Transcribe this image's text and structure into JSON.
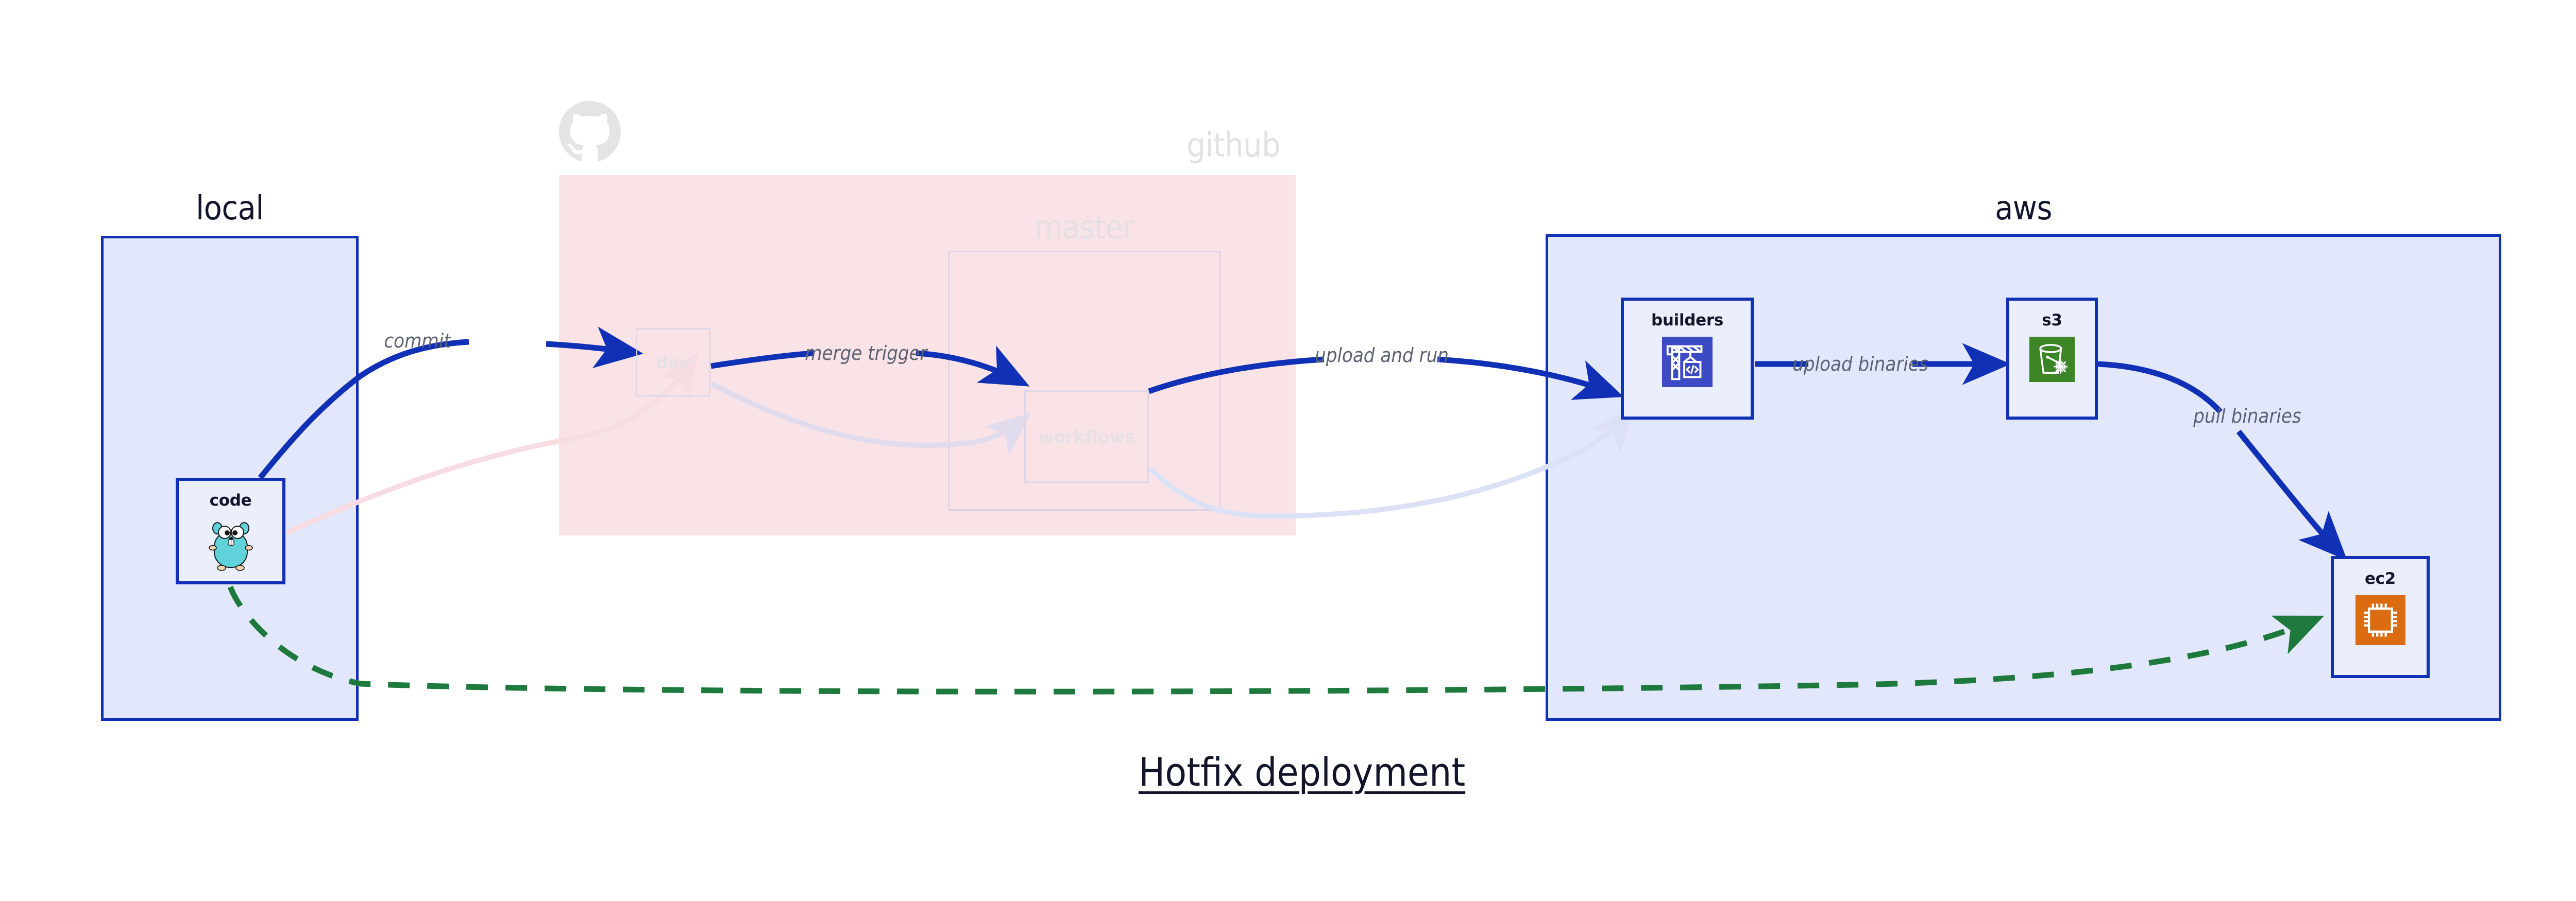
{
  "title": "Hotfix deployment",
  "groups": [
    {
      "id": "local",
      "label": "local"
    },
    {
      "id": "github",
      "label": "github"
    },
    {
      "id": "aws",
      "label": "aws"
    },
    {
      "id": "master",
      "label": "master"
    }
  ],
  "nodes": [
    {
      "id": "code",
      "label": "code",
      "icon": "go-gopher-icon"
    },
    {
      "id": "dev",
      "label": "dev",
      "icon": "none"
    },
    {
      "id": "workflows",
      "label": "workflows",
      "icon": "none"
    },
    {
      "id": "builders",
      "label": "builders",
      "icon": "aws-codebuild-crane-icon"
    },
    {
      "id": "s3",
      "label": "s3",
      "icon": "aws-s3-glacier-bucket-icon"
    },
    {
      "id": "ec2",
      "label": "ec2",
      "icon": "aws-ec2-cpu-chip-icon"
    }
  ],
  "edges": [
    {
      "id": "commit",
      "label": "commit",
      "from": "code",
      "to": "dev",
      "style": "solid",
      "color": "#1031b5"
    },
    {
      "id": "merge-trigger",
      "label": "merge trigger",
      "from": "dev",
      "to": "workflows",
      "style": "solid",
      "color": "#1031b5"
    },
    {
      "id": "upload-and-run",
      "label": "upload and run",
      "from": "workflows",
      "to": "builders",
      "style": "solid",
      "color": "#1031b5"
    },
    {
      "id": "upload-binaries",
      "label": "upload binaries",
      "from": "builders",
      "to": "s3",
      "style": "solid",
      "color": "#1031b5"
    },
    {
      "id": "pull-binaries",
      "label": "pull binaries",
      "from": "s3",
      "to": "ec2",
      "style": "solid",
      "color": "#1031b5"
    },
    {
      "id": "hotfix-direct",
      "label": "",
      "from": "code",
      "to": "ec2",
      "style": "dashed",
      "color": "#1d7a3c"
    }
  ],
  "faded_edges": [
    {
      "id": "faded-code-to-dev",
      "from": "code",
      "to": "dev",
      "color": "#f7dce2"
    },
    {
      "id": "faded-dev-to-workflows",
      "from": "dev",
      "to": "workflows",
      "color": "#e1dced"
    },
    {
      "id": "faded-workflows-to-builders",
      "from": "workflows",
      "to": "builders",
      "color": "#dce2f6"
    }
  ],
  "icons": {
    "octocat": "github-octocat-icon"
  },
  "colors": {
    "primary_blue": "#1031b5",
    "group_fill_blue": "#e2e7fb",
    "node_fill_blue": "#ebeefc",
    "github_pink": "#f9e3e7",
    "green_dashed": "#1d7a3c",
    "label_grey": "#5c6272",
    "title_navy": "#11142b",
    "builders_icon_bg": "#3c4bc4",
    "s3_icon_bg": "#3c8527",
    "ec2_icon_bg": "#db6c12",
    "gopher_body": "#5fd2da"
  }
}
